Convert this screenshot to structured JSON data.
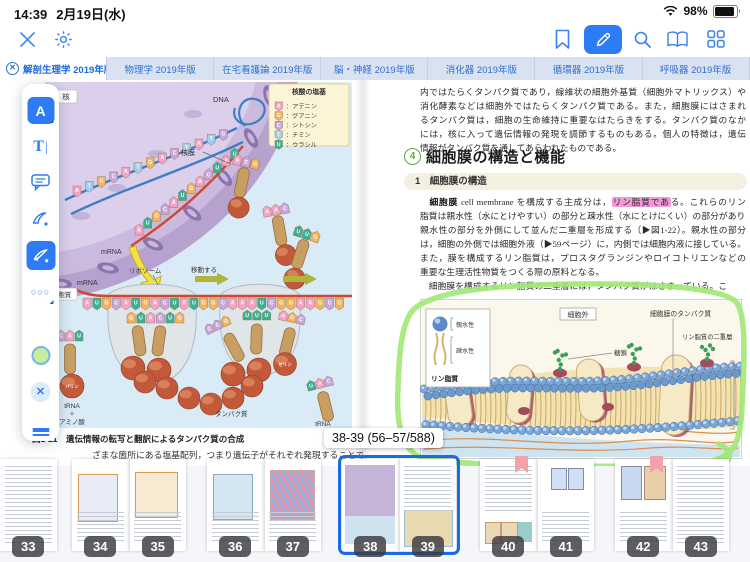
{
  "status": {
    "time": "14:39",
    "date": "2月19日(水)",
    "battery": "98%"
  },
  "tabs": {
    "items": [
      {
        "label": "解剖生理学 2019年版",
        "active": true,
        "closable": true
      },
      {
        "label": "物理学 2019年版",
        "active": false
      },
      {
        "label": "在宅看護論 2019年版",
        "active": false
      },
      {
        "label": "脳・神経 2019年版",
        "active": false
      },
      {
        "label": "消化器 2019年版",
        "active": false
      },
      {
        "label": "循環器 2019年版",
        "active": false
      },
      {
        "label": "呼吸器 2019年版",
        "active": false
      }
    ]
  },
  "annotation_toolbar": {
    "tools": [
      "highlight-text",
      "text",
      "comment",
      "pen",
      "marker",
      "more"
    ],
    "selected_tool": "marker"
  },
  "left_page": {
    "figure": {
      "nucleus_label": "核",
      "dna_label": "DNA",
      "membrane_label": "核膜",
      "mrna_label": "mRNA",
      "mrna_label2": "mRNA",
      "cytoplasm_label": "細胞質",
      "ribosome_label": "リボソーム",
      "move_label": "移動する",
      "protein_label": "タンパク質",
      "trna_label": "tRNA",
      "trna_amino_label": [
        "tRNA",
        "＋",
        "アミノ酸"
      ],
      "legend": {
        "title": "核酸の塩基",
        "items": [
          {
            "letter": "A",
            "name": "アデニン"
          },
          {
            "letter": "G",
            "name": "グアニン"
          },
          {
            "letter": "C",
            "name": "シトシン"
          },
          {
            "letter": "T",
            "name": "チミン"
          },
          {
            "letter": "U",
            "name": "ウラシル"
          }
        ]
      },
      "dna_sequence": "ATGCATGACTATC",
      "mrna_sequence_curve": "AUGCAUGACUAU",
      "mrna_sequence": "AUGCAUGACUAUGGCAAAUCGGAAGCG",
      "anticodons_r1": "GUACUG",
      "anticodons_r2": [
        "CCG",
        "UUU",
        "AGC"
      ],
      "free_trna": [
        "ACG",
        "AAC",
        "UUG"
      ],
      "left_trna_codon": "CAU",
      "right_trna_codon": "UAC",
      "amino_labels": {
        "left": "バリン",
        "right": "セリン"
      }
    },
    "caption": "図1-21　遺伝情報の転写と翻訳によるタンパク質の合成",
    "partial_line": "ざまな箇所にある塩基配列，つまり遺伝子がそれぞれ発現することで合成され"
  },
  "right_page": {
    "para1_lines": [
      "内ではたらくタンパク質であり，線維状の細胞外基質（細胞外マトリックス）や",
      "消化酵素などは細胞外ではたらくタンパク質である。また，細胞膜にはさまれ",
      "るタンパク質は，細胞の生命維持に重要なはたらきをする。タンパク質のなか",
      "には，核に入って遺伝情報の発現を調節するものもある。個人の特徴は，遺伝",
      "情報がタンパク質を通してあらわれたものである。"
    ],
    "heading": {
      "number": "4",
      "title": "細胞膜の構造と機能"
    },
    "subheading": "1　細胞膜の構造",
    "para2_line1": {
      "indent": "　",
      "bold": "細胞膜",
      "pre": " cell membrane を構成する主成分は，",
      "highlight": "リン脂質であ",
      "post": "る。これらのリン"
    },
    "para2_lines": [
      "脂質は親水性（水にとけやすい）の部分と疎水性（水にとけにくい）の部分があり，",
      "親水性の部分を外側にして並んだ二重層を形成する（▶図1-22）。親水性の部分",
      "は，細胞の外側では細胞外液（▶59ページ）に，内側では細胞内液に接している。",
      "また，膜を構成するリン脂質は，プロスタグランジンやロイコトリエンなどの",
      "重要な生理活性物質をつくる際の原料となる。",
      "　細胞膜を構成するリン脂質の二重層には，タンパク質がはさまっている。こ"
    ],
    "figure": {
      "extracellular": "細胞外",
      "protein": "細胞膜のタンパク質",
      "bilayer": "リン脂質の二重層",
      "sugar": "糖鎖",
      "phospholipid": "リン脂質",
      "hydrophilic": "親水性",
      "hydrophobic": "疎水性"
    }
  },
  "page_chip": "38-39 (56–57/588)",
  "thumbnails": {
    "selected": [
      38,
      39
    ],
    "bookmarked": [
      40,
      42
    ],
    "items": [
      {
        "num": "33",
        "art": "text"
      },
      {
        "num": "34",
        "art": "columns"
      },
      {
        "num": "35",
        "art": "organelle"
      },
      {
        "num": "36",
        "art": "cell"
      },
      {
        "num": "37",
        "art": "dna"
      },
      {
        "num": "38",
        "art": "nucleus"
      },
      {
        "num": "39",
        "art": "membrane"
      },
      {
        "num": "40",
        "art": "textfigs"
      },
      {
        "num": "41",
        "art": "boxestext"
      },
      {
        "num": "42",
        "art": "boxesbig"
      },
      {
        "num": "43",
        "art": "text"
      }
    ]
  }
}
